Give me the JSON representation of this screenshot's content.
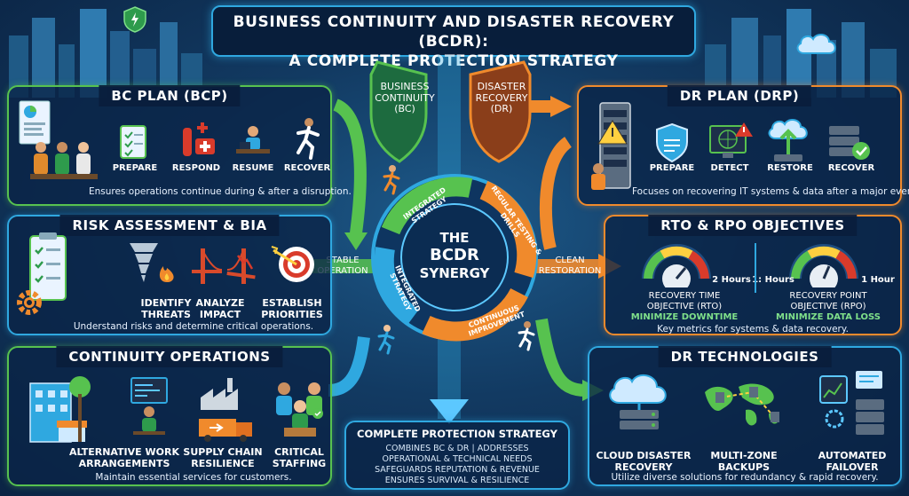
{
  "title": {
    "line1": "BUSINESS CONTINUITY AND DISASTER RECOVERY (BCDR):",
    "line2": "A COMPLETE PROTECTION STRATEGY"
  },
  "shields": {
    "bc": "BUSINESS CONTINUITY (BC)",
    "dr": "DISASTER RECOVERY (DR)"
  },
  "bc_plan": {
    "title": "BC PLAN (BCP)",
    "steps": [
      "PREPARE",
      "RESPOND",
      "RESUME",
      "RECOVER"
    ],
    "caption": "Ensures operations continue during & after a disruption."
  },
  "dr_plan": {
    "title": "DR PLAN (DRP)",
    "steps": [
      "PREPARE",
      "DETECT",
      "RESTORE",
      "RECOVER"
    ],
    "caption": "Focuses on recovering IT systems & data after a major event."
  },
  "risk": {
    "title": "RISK ASSESSMENT & BIA",
    "steps": [
      "IDENTIFY THREATS",
      "ANALYZE IMPACT",
      "ESTABLISH PRIORITIES"
    ],
    "caption": "Understand risks and determine critical operations."
  },
  "rto_rpo": {
    "title": "RTO & RPO OBJECTIVES",
    "rto_value": "2 Hours",
    "rpo_left": "1: Hours",
    "rpo_right": "1 Hour",
    "rto_label": "RECOVERY TIME OBJECTIVE (RTO)",
    "rto_goal": "MINIMIZE DOWNTIME",
    "rpo_label": "RECOVERY POINT OBJECTIVE (RPO)",
    "rpo_goal": "MINIMIZE DATA LOSS",
    "caption": "Key metrics for systems & data recovery."
  },
  "continuity_ops": {
    "title": "CONTINUITY OPERATIONS",
    "steps": [
      "ALTERNATIVE WORK ARRANGEMENTS",
      "SUPPLY CHAIN RESILIENCE",
      "CRITICAL STAFFING"
    ],
    "caption": "Maintain essential services for customers."
  },
  "dr_tech": {
    "title": "DR TECHNOLOGIES",
    "steps": [
      "CLOUD DISASTER RECOVERY",
      "MULTI-ZONE BACKUPS",
      "AUTOMATED FAILOVER"
    ],
    "caption": "Utilize diverse solutions for redundancy & rapid recovery."
  },
  "center": {
    "title_line1": "THE",
    "title_line2": "BCDR",
    "title_line3": "SYNERGY",
    "arc_labels": [
      "INTEGRATED STRATEGY",
      "REGULAR TESTING & DRILLS",
      "CONTINUOUS IMPROVEMENT",
      "INTEGRATED STRATEGY"
    ],
    "left_label": "STABLE OPERATION",
    "right_label": "CLEAN RESTORATION"
  },
  "complete": {
    "title": "COMPLETE PROTECTION STRATEGY",
    "lines": [
      "COMBINES BC & DR | ADDRESSES",
      "OPERATIONAL & TECHNICAL NEEDS",
      "SAFEGUARDS REPUTATION & REVENUE",
      "ENSURES SURVIVAL & RESILIENCE"
    ]
  },
  "colors": {
    "blue": "#2fa8e0",
    "green": "#57c24f",
    "orange": "#f08a2c",
    "background": "#123a62"
  }
}
